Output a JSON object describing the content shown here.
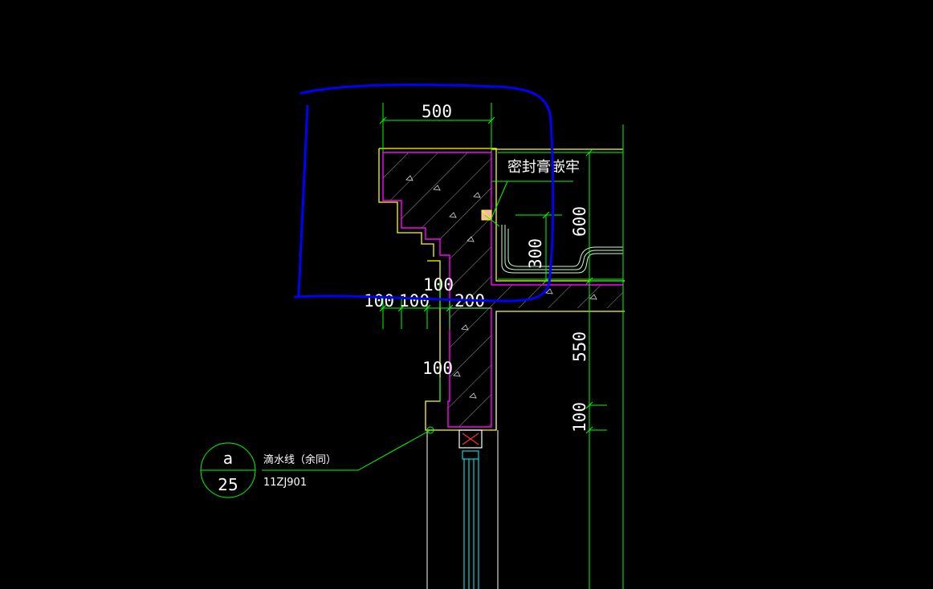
{
  "drawing": {
    "background": "#000000",
    "colors": {
      "dimension_line": "#00ff00",
      "concrete_outline": "#ff00ff",
      "finish_outline": "#ffff00",
      "text": "#ffffff",
      "annotation_marker": "#0000ff",
      "hatch": "#c0c0c0"
    },
    "dimensions": {
      "top_width": "500",
      "right_top": "600",
      "inner_height": "300",
      "slab": "100",
      "left_a": "100",
      "left_b": "100",
      "mid_width": "200",
      "right_mid": "550",
      "beam_step": "100",
      "right_bottom": "100"
    },
    "callouts": {
      "sealant_note": "密封膏嵌牢",
      "drip_note": "滴水线（余同）",
      "drip_standard": "11ZJ901"
    },
    "detail_reference": {
      "detail_id": "a",
      "sheet_number": "25"
    },
    "markup": {
      "shape": "hand-drawn-rectangle"
    }
  }
}
